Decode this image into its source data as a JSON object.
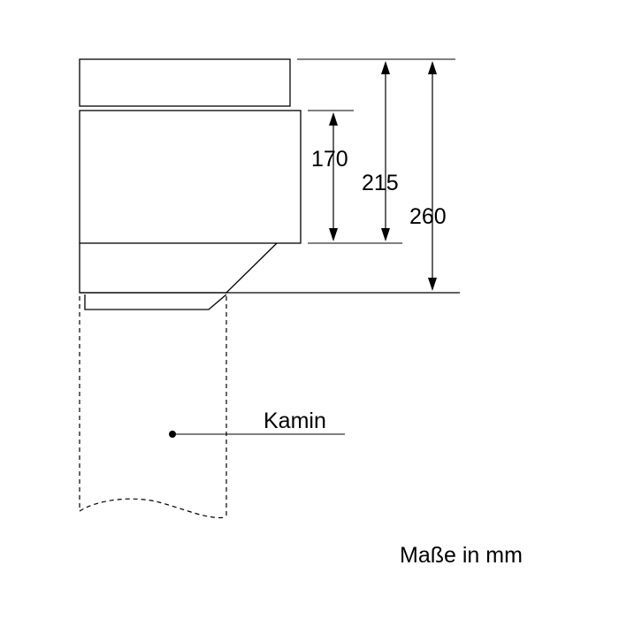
{
  "dimensions": {
    "d1": "170",
    "d2": "215",
    "d3": "260"
  },
  "label": {
    "kamin": "Kamin"
  },
  "units": {
    "note": "Maße in mm"
  }
}
